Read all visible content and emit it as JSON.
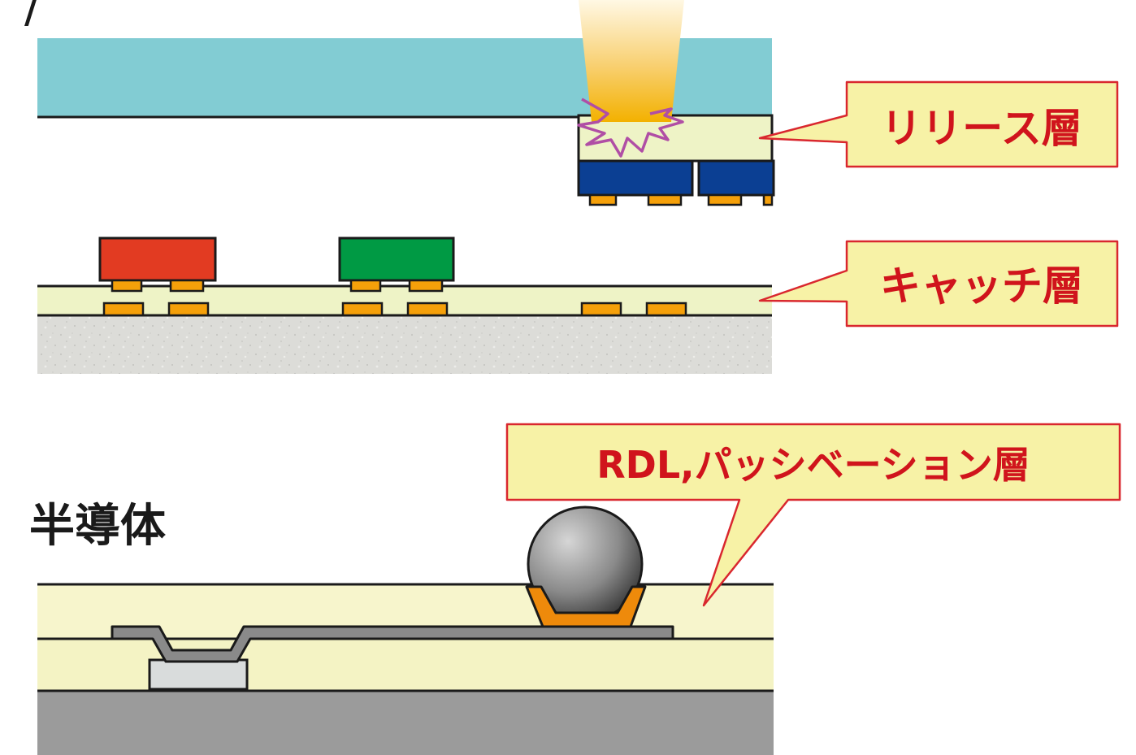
{
  "labels": {
    "release_layer": "リリース層",
    "catch_layer": "キャッチ層",
    "rdl_passivation_layer": "RDL,パッシベーション層",
    "semiconductor_heading": "半導体",
    "corner_mark": "/"
  },
  "colors": {
    "callout_fill": "#f7f2a6",
    "callout_stroke": "#d9272e",
    "callout_text": "#d0141c",
    "carrier_top": "#82ccd3",
    "release_layer": "#eef3c6",
    "die_blue": "#0b3f93",
    "pad_orange": "#f5a00a",
    "chip_red": "#e23b22",
    "chip_green": "#009a44",
    "catch_layer": "#eef3c6",
    "substrate_speckle": "#dededb",
    "passivation": "#f4f3c4",
    "rdl_metal": "#8a8a8a",
    "si_base": "#9b9b9b",
    "al_pad": "#d9dcdc",
    "ubm_orange": "#ee8a0b",
    "solder_ball": "#8f8f8f",
    "laser_beam": "#f5b73a",
    "spark": "#b04ea5"
  }
}
